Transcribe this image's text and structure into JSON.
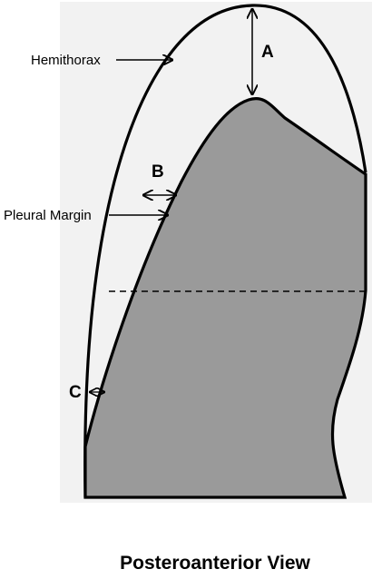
{
  "diagram": {
    "labels": {
      "hemithorax": "Hemithorax",
      "pleural_margin": "Pleural Margin",
      "a": "A",
      "b": "B",
      "c": "C"
    },
    "caption": "Posteroanterior View",
    "colors": {
      "lung_fill": "#9a9a9a",
      "outline": "#000000",
      "background_box": "#f2f2f2"
    }
  }
}
